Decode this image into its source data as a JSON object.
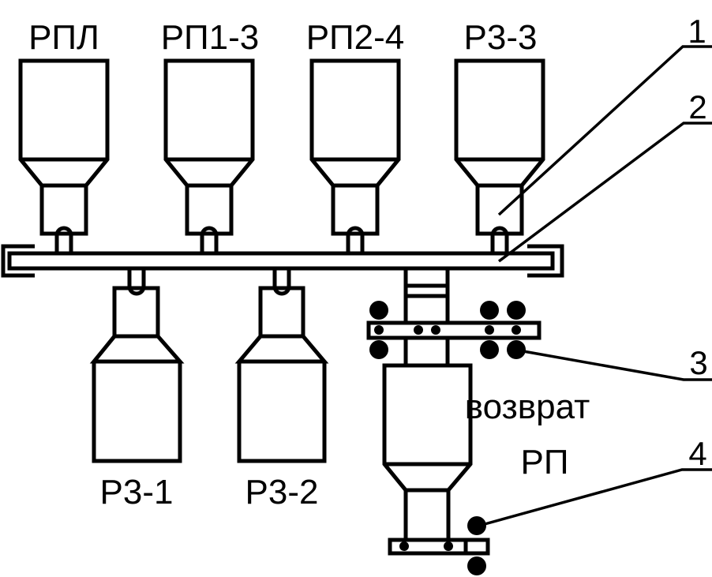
{
  "diagram": {
    "top_hoppers": [
      {
        "label": "РПЛ"
      },
      {
        "label": "РП1-3"
      },
      {
        "label": "РП2-4"
      },
      {
        "label": "Р3-3"
      }
    ],
    "bottom_hoppers": [
      {
        "label": "Р3-1"
      },
      {
        "label": "Р3-2"
      }
    ],
    "return_hopper": {
      "label_line1": "возврат",
      "label_line2": "РП"
    },
    "callouts": [
      {
        "number": "1"
      },
      {
        "number": "2"
      },
      {
        "number": "3"
      },
      {
        "number": "4"
      }
    ]
  }
}
